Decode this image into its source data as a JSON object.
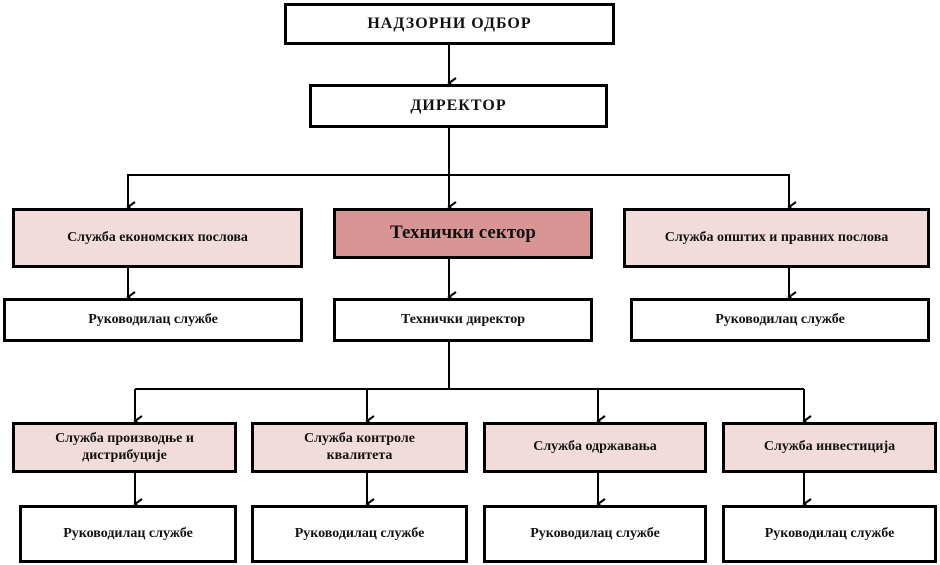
{
  "colors": {
    "line": "#000000",
    "box_white": "#ffffff",
    "box_service": "#f2dcdb",
    "box_highlight": "#d99594"
  },
  "nodes": {
    "supervisory_board": "НАДЗОРНИ ОДБОР",
    "director": "ДИРЕКТОР",
    "economic_service": "Служба економских послова",
    "technical_sector": "Технички сектор",
    "general_legal_service": "Служба општих и правних послова",
    "economic_head": "Руководилац службе",
    "technical_director": "Технички директор",
    "general_legal_head": "Руководилац службе",
    "production_service": "Служба производње и дистрибуције",
    "quality_service": "Служба контроле квалитета",
    "maintenance_service": "Служба одржавања",
    "investment_service": "Служба инвестиција",
    "production_head": "Руководилац службе",
    "quality_head": "Руководилац службе",
    "maintenance_head": "Руководилац службе",
    "investment_head": "Руководилац службе"
  },
  "edges": [
    [
      "supervisory_board",
      "director"
    ],
    [
      "director",
      "economic_service"
    ],
    [
      "director",
      "technical_sector"
    ],
    [
      "director",
      "general_legal_service"
    ],
    [
      "economic_service",
      "economic_head"
    ],
    [
      "technical_sector",
      "technical_director"
    ],
    [
      "general_legal_service",
      "general_legal_head"
    ],
    [
      "technical_director",
      "production_service"
    ],
    [
      "technical_director",
      "quality_service"
    ],
    [
      "technical_director",
      "maintenance_service"
    ],
    [
      "technical_director",
      "investment_service"
    ],
    [
      "production_service",
      "production_head"
    ],
    [
      "quality_service",
      "quality_head"
    ],
    [
      "maintenance_service",
      "maintenance_head"
    ],
    [
      "investment_service",
      "investment_head"
    ]
  ]
}
